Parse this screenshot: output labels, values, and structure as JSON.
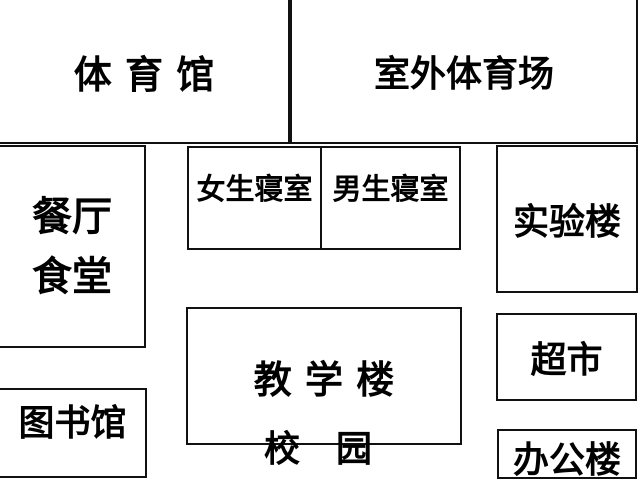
{
  "buildings": {
    "gym": "体 育 馆",
    "outdoor_stadium": "室外体育场",
    "canteen_line1": "餐厅",
    "canteen_line2": "食堂",
    "girls_dorm": "女生寝室",
    "boys_dorm": "男生寝室",
    "lab_building": "实验楼",
    "teaching_building": "教 学 楼",
    "supermarket": "超市",
    "library": "图书馆",
    "office_building": "办公楼"
  },
  "campus_label": "校　园"
}
